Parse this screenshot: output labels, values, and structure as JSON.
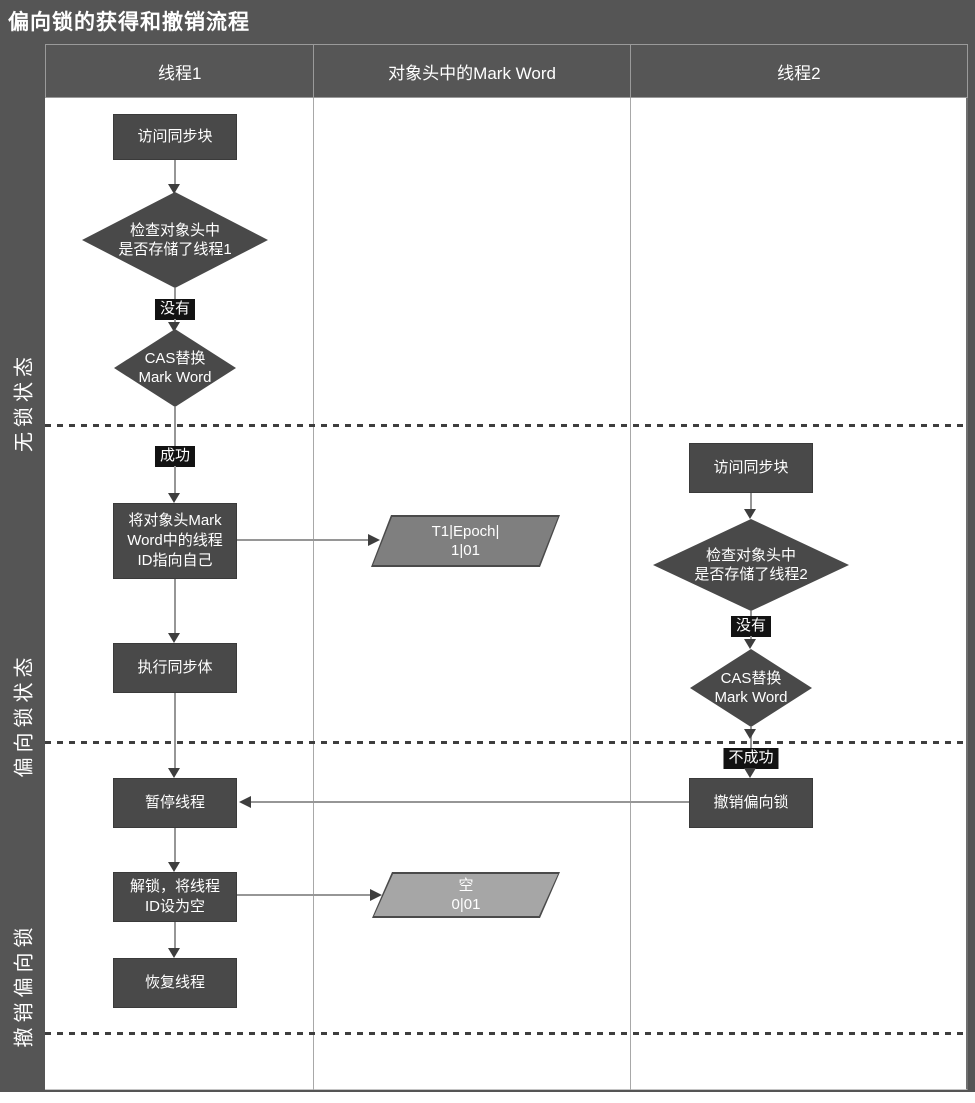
{
  "title": "偏向锁的获得和撤销流程",
  "lanes": [
    {
      "label": "线程1"
    },
    {
      "label": "对象头中的Mark Word"
    },
    {
      "label": "线程2"
    }
  ],
  "stages": [
    {
      "label": "无锁状态"
    },
    {
      "label": "偏向锁状态"
    },
    {
      "label": "撤销偏向锁"
    }
  ],
  "thread1": {
    "access": "访问同步块",
    "check1": "检查对象头中",
    "check2": "是否存储了线程1",
    "no": "没有",
    "cas1": "CAS替换",
    "cas2": "Mark Word",
    "success": "成功",
    "setid1": "将对象头Mark",
    "setid2": "Word中的线程",
    "setid3": "ID指向自己",
    "exec": "执行同步体",
    "pause": "暂停线程",
    "unlock1": "解锁，将线程",
    "unlock2": "ID设为空",
    "resume": "恢复线程"
  },
  "markword": {
    "biased1": "T1|Epoch|",
    "biased2": "1|01",
    "empty1": "空",
    "empty2": "0|01"
  },
  "thread2": {
    "access": "访问同步块",
    "check1": "检查对象头中",
    "check2": "是否存储了线程2",
    "no": "没有",
    "cas1": "CAS替换",
    "cas2": "Mark Word",
    "fail": "不成功",
    "revoke": "撤销偏向锁"
  },
  "colors": {
    "background": "#555555",
    "node_fill": "#494949",
    "edge_label_bg": "#121212",
    "markword_biased_fill": "#7f7f7f",
    "markword_empty_fill": "#a6a6a6",
    "lane_area_bg": "#ffffff"
  }
}
